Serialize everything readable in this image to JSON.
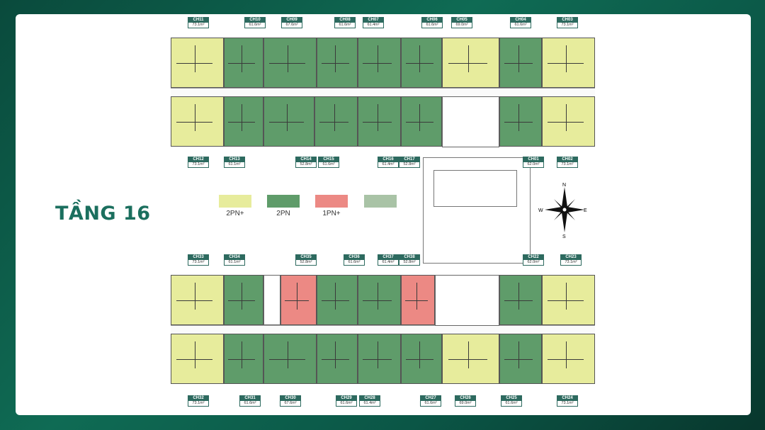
{
  "floor_label": "TẦNG 16",
  "legend": [
    {
      "label": "2PN+",
      "color": "#e7ec9c"
    },
    {
      "label": "2PN",
      "color": "#5f9c6a"
    },
    {
      "label": "1PN+",
      "color": "#ec8984"
    },
    {
      "label": "",
      "color": "#a9c3a6"
    }
  ],
  "compass": {
    "n": "N",
    "s": "S",
    "e": "E",
    "w": "W"
  },
  "top_block": {
    "top_units": [
      {
        "code": "CH11",
        "area": "73.1m²",
        "type": "2pnp"
      },
      {
        "code": "CH10",
        "area": "61.6m²",
        "type": "2pn"
      },
      {
        "code": "CH09",
        "area": "67.6m²",
        "type": "2pn"
      },
      {
        "code": "CH08",
        "area": "61.6m²",
        "type": "2pn"
      },
      {
        "code": "CH07",
        "area": "61.4m²",
        "type": "2pn"
      },
      {
        "code": "CH06",
        "area": "61.6m²",
        "type": "2pn"
      },
      {
        "code": "CH05",
        "area": "69.0m²",
        "type": "2pnp"
      },
      {
        "code": "CH04",
        "area": "61.6m²",
        "type": "2pn"
      },
      {
        "code": "CH03",
        "area": "73.1m²",
        "type": "2pnp"
      }
    ],
    "bottom_units": [
      {
        "code": "CH12",
        "area": "73.1m²",
        "type": "2pnp"
      },
      {
        "code": "CH13",
        "area": "61.1m²",
        "type": "2pn"
      },
      {
        "code": "CH14",
        "area": "52.8m²",
        "type": "2pn"
      },
      {
        "code": "CH15",
        "area": "61.6m²",
        "type": "2pn"
      },
      {
        "code": "CH16",
        "area": "61.4m²",
        "type": "2pn"
      },
      {
        "code": "CH17",
        "area": "52.8m²",
        "type": "2pn"
      },
      {
        "code": "CH01",
        "area": "62.0m²",
        "type": "2pn"
      },
      {
        "code": "CH02",
        "area": "73.1m²",
        "type": "2pnp"
      }
    ]
  },
  "bottom_block": {
    "top_units": [
      {
        "code": "CH33",
        "area": "73.1m²",
        "type": "2pnp"
      },
      {
        "code": "CH34",
        "area": "61.1m²",
        "type": "2pn"
      },
      {
        "code": "CH35",
        "area": "52.8m²",
        "type": "1pn"
      },
      {
        "code": "CH36",
        "area": "61.6m²",
        "type": "2pn"
      },
      {
        "code": "CH37",
        "area": "61.4m²",
        "type": "2pn"
      },
      {
        "code": "CH38",
        "area": "52.8m²",
        "type": "1pn"
      },
      {
        "code": "CH22",
        "area": "62.0m²",
        "type": "2pn"
      },
      {
        "code": "CH23",
        "area": "73.1m²",
        "type": "2pnp"
      }
    ],
    "bottom_units": [
      {
        "code": "CH32",
        "area": "73.1m²",
        "type": "2pnp"
      },
      {
        "code": "CH31",
        "area": "61.6m²",
        "type": "2pn"
      },
      {
        "code": "CH30",
        "area": "67.6m²",
        "type": "2pn"
      },
      {
        "code": "CH29",
        "area": "61.6m²",
        "type": "2pn"
      },
      {
        "code": "CH28",
        "area": "61.4m²",
        "type": "2pn"
      },
      {
        "code": "CH27",
        "area": "61.6m²",
        "type": "2pn"
      },
      {
        "code": "CH26",
        "area": "69.0m²",
        "type": "2pnp"
      },
      {
        "code": "CH25",
        "area": "61.6m²",
        "type": "2pn"
      },
      {
        "code": "CH24",
        "area": "73.1m²",
        "type": "2pnp"
      }
    ]
  }
}
